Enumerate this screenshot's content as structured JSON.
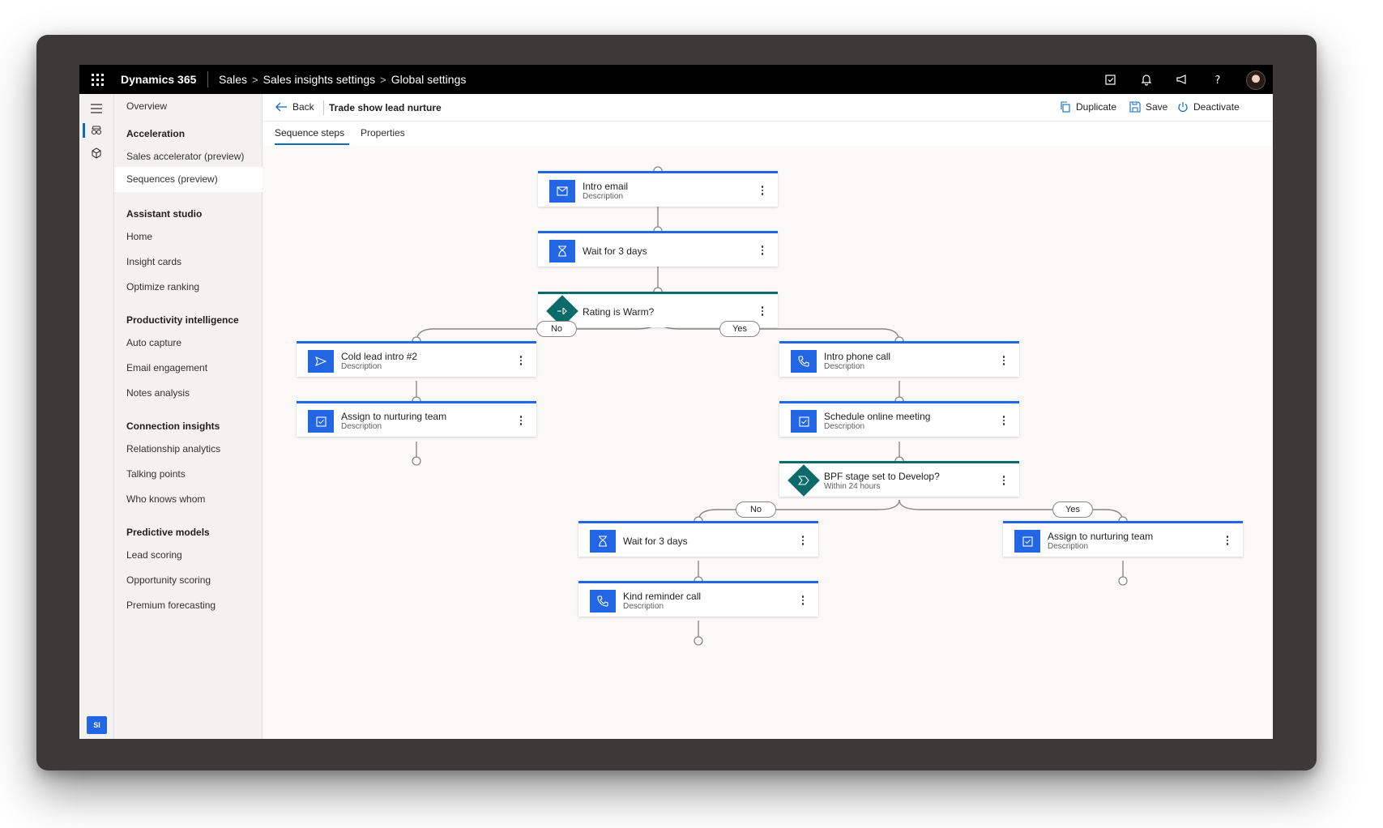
{
  "topbar": {
    "app_title": "Dynamics 365",
    "breadcrumb": [
      "Sales",
      "Sales insights settings",
      "Global settings"
    ],
    "breadcrumb_separator": ">"
  },
  "rail": {
    "badge": "SI"
  },
  "nav": {
    "overview": "Overview",
    "groups": [
      {
        "title": "Acceleration",
        "items": [
          "Sales accelerator (preview)",
          "Sequences (preview)"
        ]
      },
      {
        "title": "Assistant studio",
        "items": [
          "Home",
          "Insight cards",
          "Optimize ranking"
        ]
      },
      {
        "title": "Productivity intelligence",
        "items": [
          "Auto capture",
          "Email engagement",
          "Notes analysis"
        ]
      },
      {
        "title": "Connection insights",
        "items": [
          "Relationship analytics",
          "Talking points",
          "Who knows whom"
        ]
      },
      {
        "title": "Predictive models",
        "items": [
          "Lead scoring",
          "Opportunity scoring",
          "Premium forecasting"
        ]
      }
    ],
    "selected_item": "Sequences (preview)"
  },
  "commandbar": {
    "back_label": "Back",
    "record_title": "Trade show lead nurture",
    "duplicate_label": "Duplicate",
    "save_label": "Save",
    "deactivate_label": "Deactivate"
  },
  "tabs": {
    "steps": "Sequence steps",
    "properties": "Properties",
    "active": "Sequence steps"
  },
  "colors": {
    "accent": "#2266e3",
    "condition": "#0b6a6a",
    "topbar": "#000000"
  },
  "sequence": {
    "intro_email": {
      "title": "Intro email",
      "desc": "Description",
      "icon": "mail-icon"
    },
    "wait_1": {
      "title": "Wait for 3 days",
      "icon": "hourglass-icon"
    },
    "rating_condition": {
      "title": "Rating is Warm?",
      "icon": "condition-icon"
    },
    "branch_no": "No",
    "branch_yes": "Yes",
    "cold_lead": {
      "title": "Cold lead intro #2",
      "desc": "Description",
      "icon": "send-icon"
    },
    "assign_left": {
      "title": "Assign to nurturing team",
      "desc": "Description",
      "icon": "task-icon"
    },
    "phone_call": {
      "title": "Intro phone call",
      "desc": "Description",
      "icon": "phone-icon"
    },
    "schedule_meeting": {
      "title": "Schedule online meeting",
      "desc": "Description",
      "icon": "task-icon"
    },
    "bpf_condition": {
      "title": "BPF stage set to Develop?",
      "desc": "Within 24 hours",
      "icon": "stage-icon"
    },
    "branch2_no": "No",
    "branch2_yes": "Yes",
    "wait_2": {
      "title": "Wait for 3 days",
      "icon": "hourglass-icon"
    },
    "reminder_call": {
      "title": "Kind reminder call",
      "desc": "Description",
      "icon": "phone-icon"
    },
    "assign_right": {
      "title": "Assign to nurturing team",
      "desc": "Description",
      "icon": "task-icon"
    }
  }
}
